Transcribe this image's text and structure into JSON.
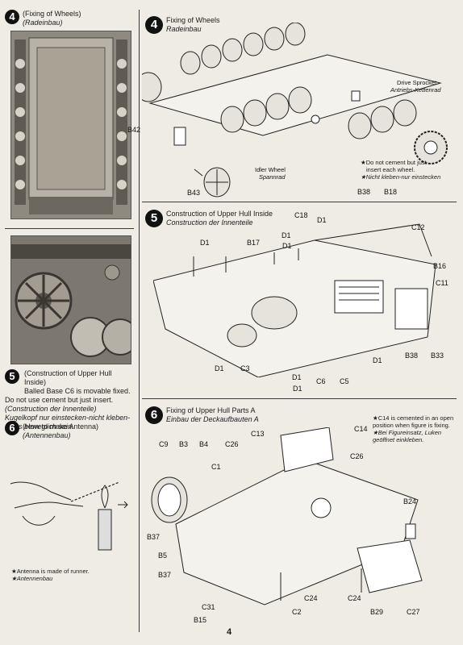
{
  "page_number": "4",
  "left_column": {
    "step4": {
      "number": "4",
      "title": "(Fixing of Wheels)",
      "subtitle": "(Radeinbau)"
    },
    "step5": {
      "number": "5",
      "title": "(Construction of Upper Hull Inside)",
      "lines": [
        "Balled Base C6 is movable fixed.",
        "Do not use cement but just insert.",
        "(Construction der Innenteile)",
        "Kugelkopf nur einstecken-nicht kleben-",
        "muss beweglich sein."
      ]
    },
    "step6": {
      "number": "6",
      "title": "(How to make Antenna)",
      "subtitle": "(Antennenbau)",
      "notes": [
        "★Antenna is made of runner.",
        "★Antennenbau"
      ]
    }
  },
  "right_column": {
    "step4": {
      "number": "4",
      "title": "Fixing of Wheels",
      "subtitle": "Radeinbau",
      "labels": {
        "b42": "B42",
        "b43": "B43",
        "idler_en": "Idler Wheel",
        "idler_de": "Spannrad",
        "sprocket_en": "Drive Sprocket",
        "sprocket_de": "Antriebs-Kettenrad",
        "note_en": "★Do not cement but just",
        "note_en2": "insert each wheel.",
        "note_de": "★Nicht kleben-nur einstecken"
      }
    },
    "step5": {
      "number": "5",
      "title": "Construction of Upper Hull Inside",
      "subtitle": "Construction der Innenteile",
      "labels": [
        "C18",
        "B38",
        "B18",
        "D1",
        "C12",
        "D1",
        "B17",
        "D1",
        "D1",
        "B16",
        "C11",
        "B38",
        "B33",
        "D1",
        "D1",
        "C3",
        "D1",
        "C6",
        "C5",
        "D1"
      ]
    },
    "step6": {
      "number": "6",
      "title": "Fixing of Upper Hull Parts A",
      "subtitle": "Einbau der Deckaufbauten A",
      "note_en": "★C14 is cemented in an open position when figure is fixing.",
      "note_de": "★Bei Figureinsatz, Luken geöffnet einkleben.",
      "labels": [
        "C13",
        "C14",
        "C9",
        "B3",
        "B4",
        "C26",
        "C1",
        "C26",
        "B24",
        "B37",
        "B5",
        "B37",
        "C31",
        "B15",
        "C2",
        "C24",
        "C24",
        "B29",
        "C27"
      ]
    }
  }
}
